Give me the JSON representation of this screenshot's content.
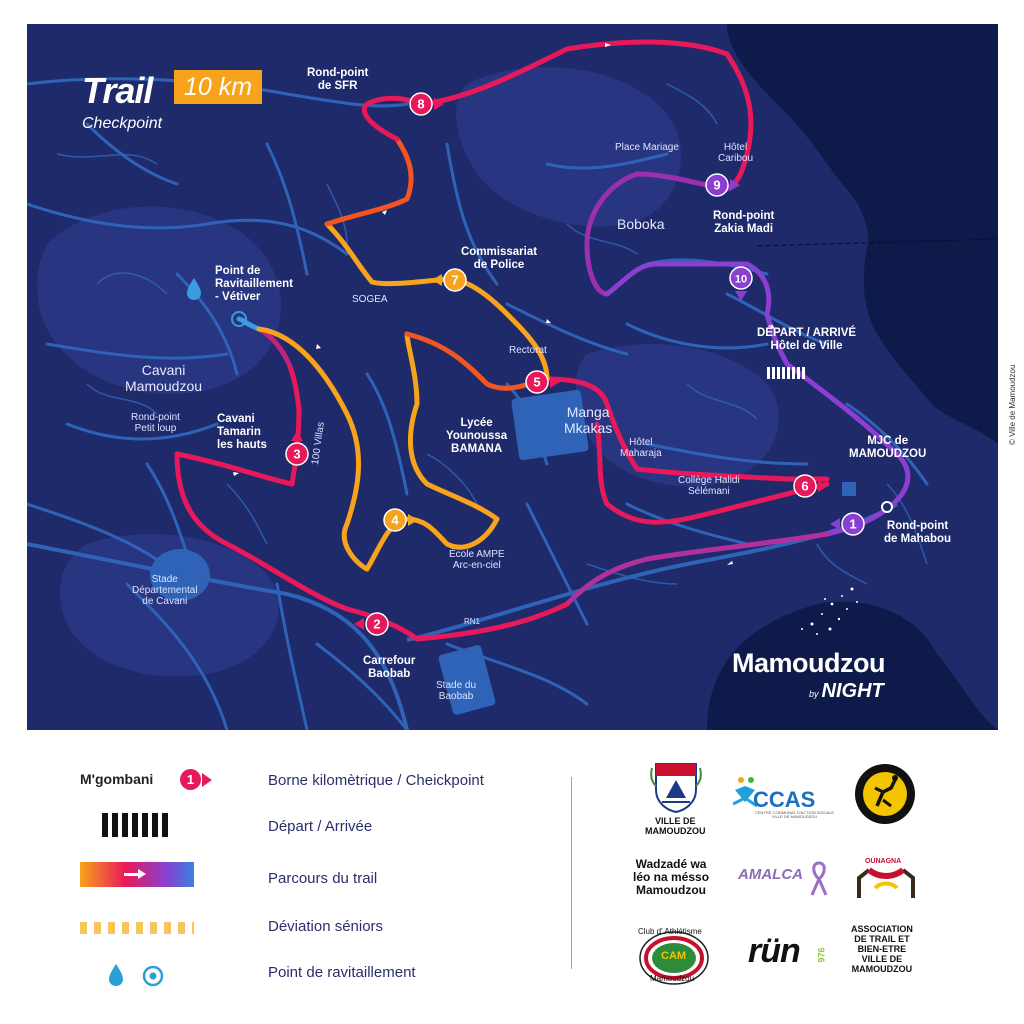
{
  "title": {
    "trail": "Trail",
    "distance": "10 km",
    "subtitle": "Checkpoint"
  },
  "places": {
    "rond_point_sfr": "Rond-point\nde SFR",
    "place_mariage": "Place Mariage",
    "hotel_caribou": "Hôtel\nCaribou",
    "boboka": "Boboka",
    "rond_point_zakia": "Rond-point\nZakia Madi",
    "commissariat": "Commissariat\nde Police",
    "sogea": "SOGEA",
    "ravitaillement": "Point de\nRavitaillement\n- Vétiver",
    "cavani_mamoudzou": "Cavani\nMamoudzou",
    "rond_point_petit_loup": "Rond-point\nPetit loup",
    "cavani_tamarin": "Cavani\nTamarin\nles hauts",
    "cent_villas": "100 Villas",
    "rectorat": "Rectorat",
    "manga_mkakas": "Manga\nMkakas",
    "lycee": "Lycée\nYounoussa\nBAMANA",
    "hotel_maharaja": "Hôtel\nMaharaja",
    "college": "Collège Halidi\nSélémani",
    "depart_arrive": "DÉPART / ARRIVÉ\nHôtel de Ville",
    "mjc": "MJC de\nMAMOUDZOU",
    "rond_point_mahabou": "Rond-point\nde Mahabou",
    "ecole": "École AMPE\nArc-en-ciel",
    "stade_cavani": "Stade\nDépartemental\nde Cavani",
    "rn1": "RN1",
    "carrefour_baobab": "Carrefour\nBaobab",
    "stade_baobab": "Stade du\nBaobab"
  },
  "checkpoints": [
    "1",
    "2",
    "3",
    "4",
    "5",
    "6",
    "7",
    "8",
    "9",
    "10"
  ],
  "brand": {
    "name": "Mamoudzou",
    "by": "by",
    "night": "NIGHT"
  },
  "copyright": "© Ville de Mamoudzou",
  "legend": {
    "mgombani": "M'gombani",
    "checkpoint_example": "1",
    "checkpoint": "Borne kilomètrique / Cheickpoint",
    "start_finish": "Départ / Arrivée",
    "route": "Parcours du trail",
    "senior": "Déviation séniors",
    "refuel": "Point de ravitaillement"
  },
  "logos": {
    "ville": "VILLE DE\nMAMOUDZOU",
    "ccas": "CCAS",
    "ccas_sub": "CENTRE COMMUNAL D'ACTION SOCIALE\nVILLE DE MAMOUDZOU",
    "wadzade": "Wadzadé wa\nléo na mésso\nMamoudzou",
    "amalca": "AMALCA",
    "ounagna": "OUNAGNA",
    "club": "Club d' Athlétisme",
    "club_short": "CAM",
    "club_city": "Mamoudzou",
    "run": "rün",
    "run_num": "976",
    "association": "ASSOCIATION\nDE TRAIL ET\nBIEN-ETRE\nVILLE DE\nMAMOUDZOU"
  },
  "colors": {
    "map_bg": "#1f2a6b",
    "road": "#2f63b8",
    "sea": "#0d1a4a",
    "checkpoint_red": "#e8195a",
    "checkpoint_purple": "#8a3fd1",
    "checkpoint_orange": "#f7a31b"
  }
}
